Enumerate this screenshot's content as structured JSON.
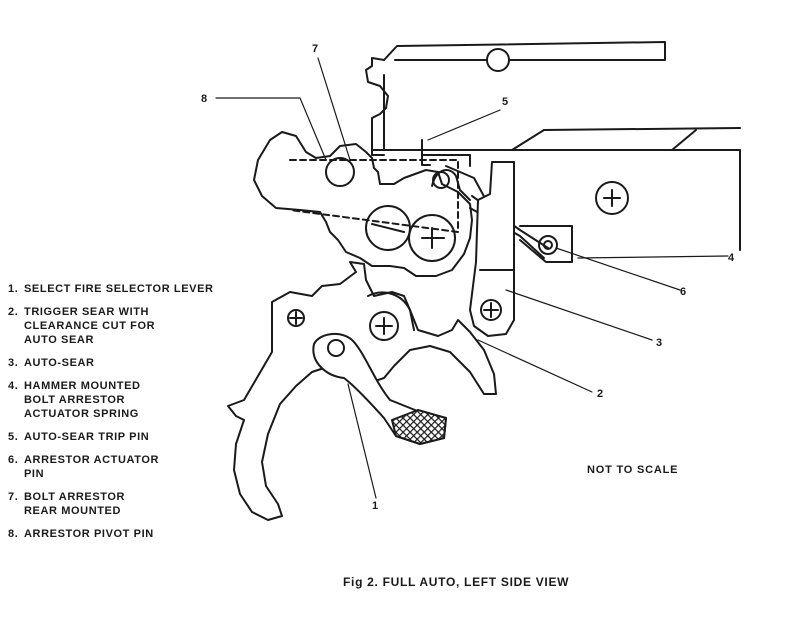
{
  "callouts": {
    "c1": "1",
    "c2": "2",
    "c3": "3",
    "c4": "4",
    "c5": "5",
    "c6": "6",
    "c7": "7",
    "c8": "8"
  },
  "legend": [
    {
      "num": "1.",
      "text": "SELECT FIRE SELECTOR LEVER"
    },
    {
      "num": "2.",
      "text": "TRIGGER SEAR WITH\nCLEARANCE CUT FOR\nAUTO SEAR"
    },
    {
      "num": "3.",
      "text": "AUTO-SEAR"
    },
    {
      "num": "4.",
      "text": "HAMMER MOUNTED\nBOLT ARRESTOR\nACTUATOR SPRING"
    },
    {
      "num": "5.",
      "text": "AUTO-SEAR TRIP PIN"
    },
    {
      "num": "6.",
      "text": "ARRESTOR ACTUATOR\nPIN"
    },
    {
      "num": "7.",
      "text": "BOLT ARRESTOR\nREAR MOUNTED"
    },
    {
      "num": "8.",
      "text": "ARRESTOR PIVOT PIN"
    }
  ],
  "note": "NOT TO SCALE",
  "caption": "Fig 2.  FULL AUTO, LEFT SIDE VIEW",
  "colors": {
    "ink": "#1a1a1a",
    "paper": "#ffffff",
    "knurl": "#2a2a2a"
  }
}
